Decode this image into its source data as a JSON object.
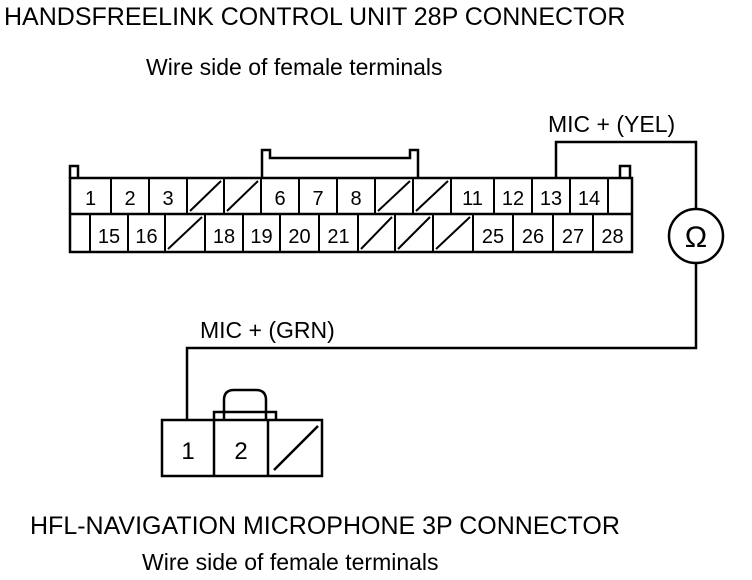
{
  "upper_connector": {
    "title": "HANDSFREELINK CONTROL UNIT 28P CONNECTOR",
    "subtitle": "Wire side of female terminals",
    "row1": [
      "1",
      "2",
      "3",
      "",
      "",
      "6",
      "7",
      "8",
      "",
      "",
      "11",
      "12",
      "13",
      "14",
      ""
    ],
    "row2": [
      "",
      "15",
      "16",
      "",
      "18",
      "19",
      "20",
      "21",
      "",
      "",
      "",
      "25",
      "26",
      "27",
      "28"
    ]
  },
  "lower_connector": {
    "title": "HFL-NAVIGATION MICROPHONE 3P CONNECTOR",
    "subtitle": "Wire side of female terminals",
    "pins": [
      "1",
      "2",
      ""
    ]
  },
  "wires": {
    "yel_label": "MIC + (YEL)",
    "grn_label": "MIC + (GRN)"
  },
  "meter": {
    "symbol": "Ω",
    "icon": "ohmmeter-icon"
  }
}
